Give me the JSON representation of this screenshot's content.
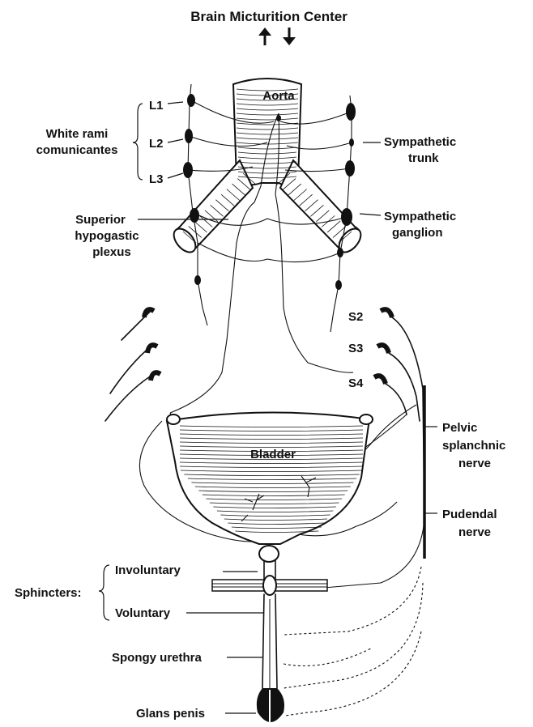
{
  "diagram": {
    "title": "Brain Micturition Center",
    "labels": {
      "aorta": "Aorta",
      "l1": "L1",
      "l2": "L2",
      "l3": "L3",
      "white_rami_line1": "White rami",
      "white_rami_line2": "comunicantes",
      "sympathetic_trunk_line1": "Sympathetic",
      "sympathetic_trunk_line2": "trunk",
      "superior_hypogastric_line1": "Superior",
      "superior_hypogastric_line2": "hypogastic",
      "superior_hypogastric_line3": "plexus",
      "sympathetic_ganglion_line1": "Sympathetic",
      "sympathetic_ganglion_line2": "ganglion",
      "s2": "S2",
      "s3": "S3",
      "s4": "S4",
      "bladder": "Bladder",
      "pelvic_line1": "Pelvic",
      "pelvic_line2": "splanchnic",
      "pelvic_line3": "nerve",
      "pudendal_line1": "Pudendal",
      "pudendal_line2": "nerve",
      "involuntary": "Involuntary",
      "sphincters": "Sphincters:",
      "voluntary": "Voluntary",
      "spongy_urethra": "Spongy urethra",
      "glans_penis": "Glans penis"
    },
    "icons": {
      "up_arrow": "arrow-up-icon",
      "down_arrow": "arrow-down-icon"
    }
  }
}
